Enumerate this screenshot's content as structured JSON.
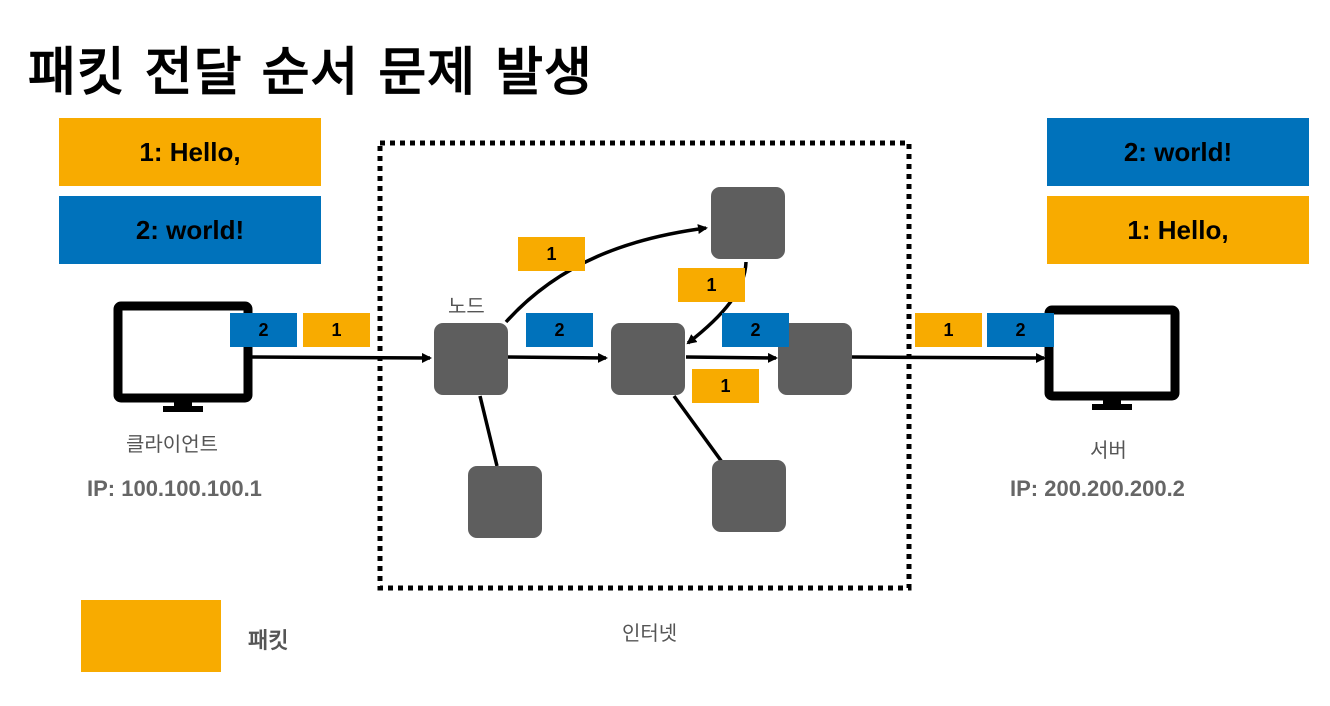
{
  "title": "패킷 전달 순서 문제 발생",
  "client": {
    "messages": [
      "1: Hello,",
      "2:  world!"
    ],
    "label": "클라이언트",
    "ip": "IP: 100.100.100.1",
    "outgoing_packets": [
      "2",
      "1"
    ]
  },
  "server": {
    "messages": [
      "2:  world!",
      "1: Hello,"
    ],
    "label": "서버",
    "ip": "IP: 200.200.200.2",
    "incoming_packets": [
      "1",
      "2"
    ]
  },
  "internet": {
    "label": "인터넷",
    "node_label": "노드",
    "packets": [
      "1",
      "2",
      "1",
      "2",
      "1"
    ]
  },
  "legend": {
    "label": "패킷"
  },
  "colors": {
    "packet_orange": "#f8ab00",
    "packet_blue": "#0072bb",
    "node": "#5e5e5e"
  }
}
